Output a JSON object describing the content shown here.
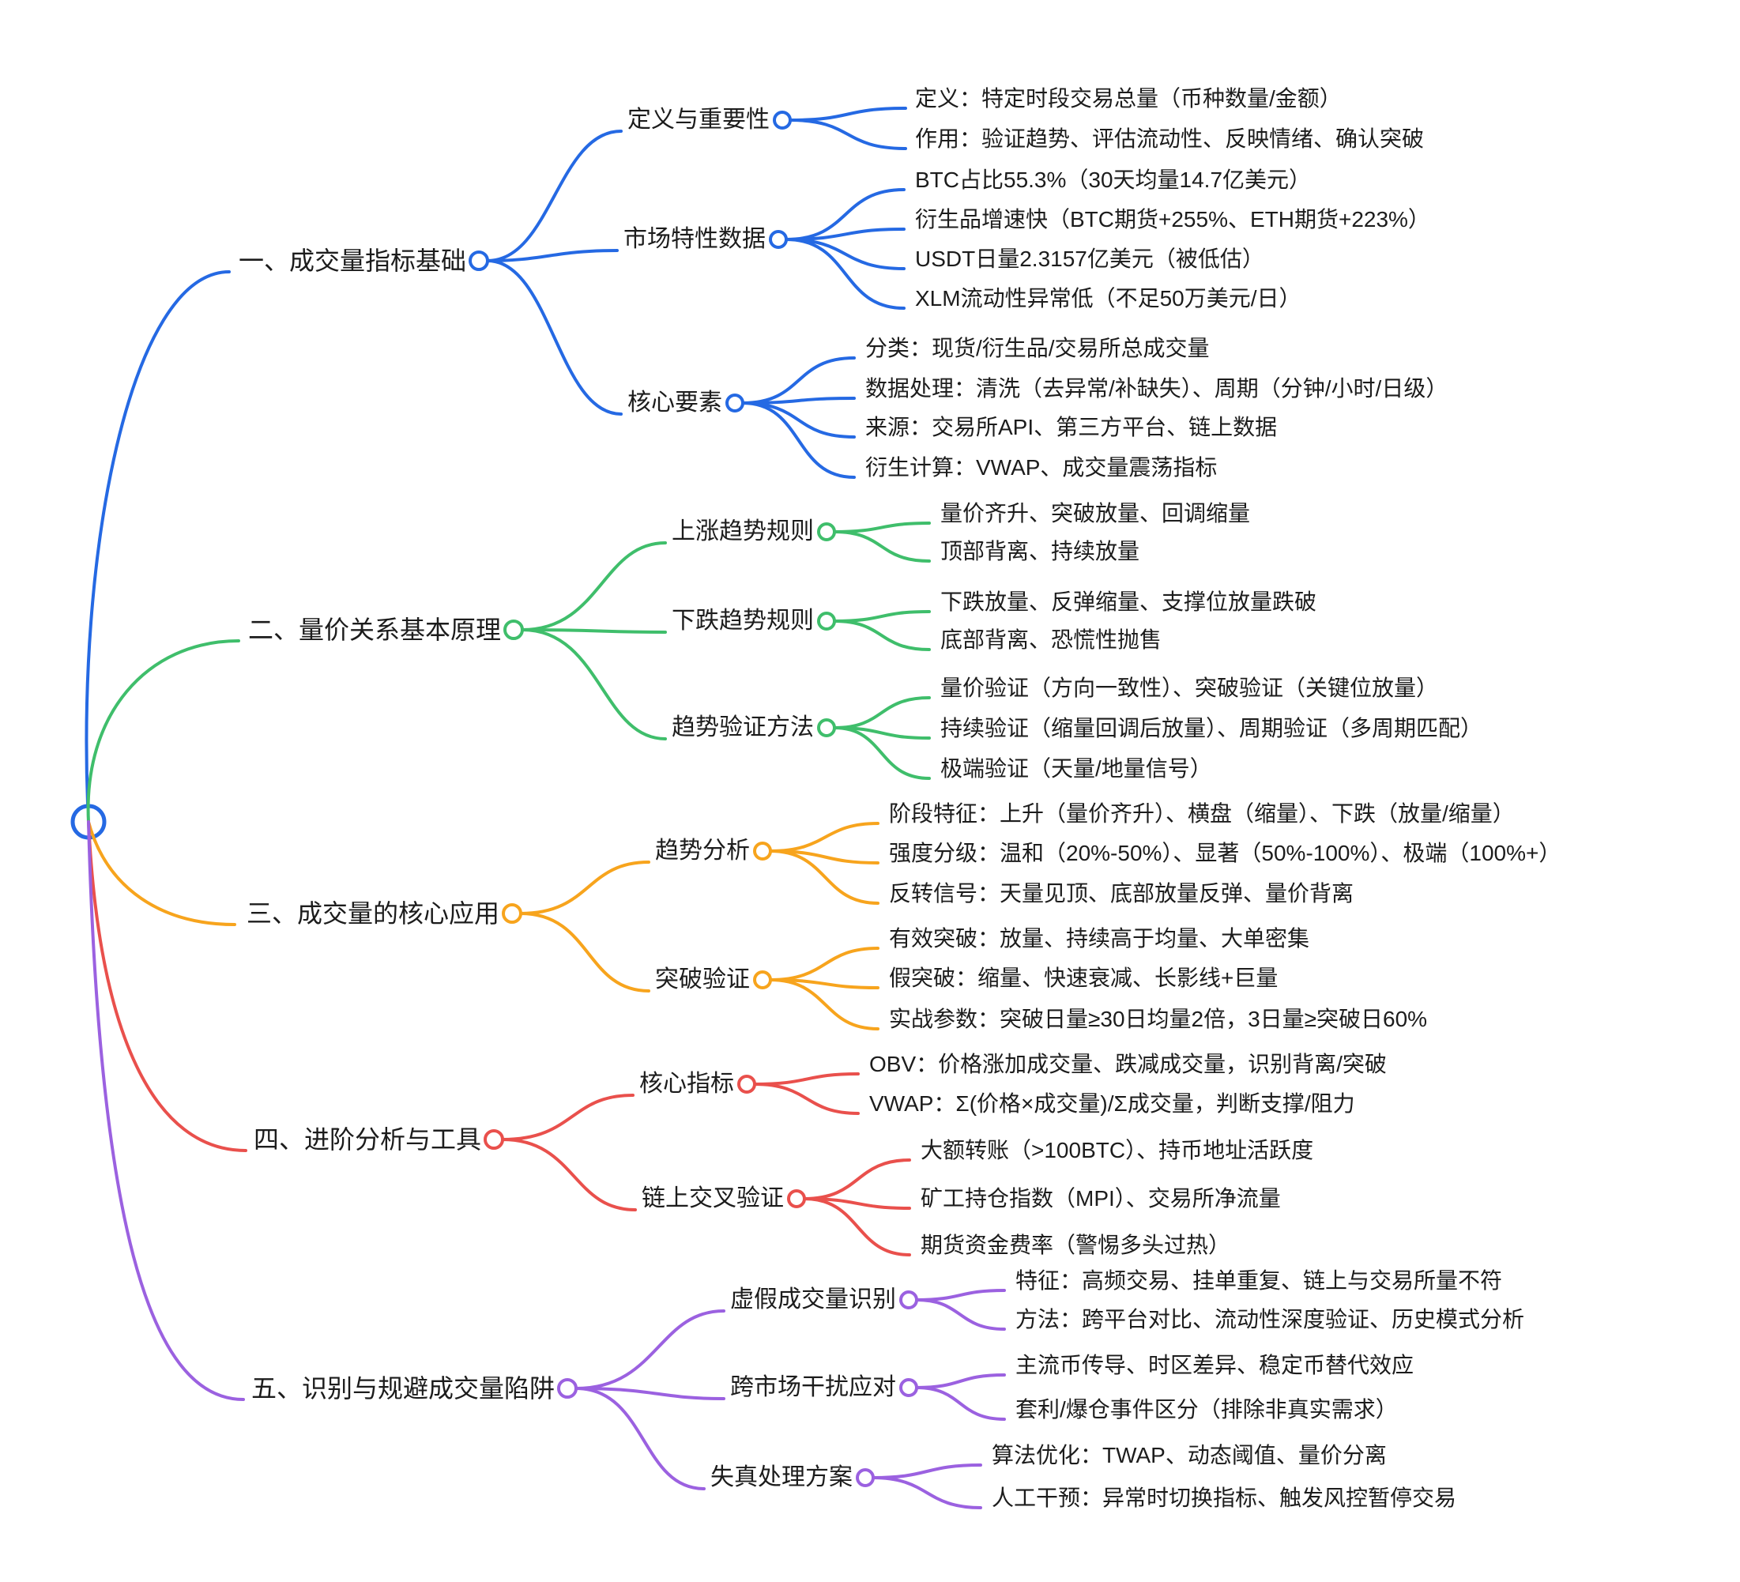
{
  "canvas": {
    "background": "#ffffff",
    "text_color": "#1c1c1c"
  },
  "root": {
    "color": "#2569E3"
  },
  "branches": [
    {
      "label": "一、成交量指标基础",
      "color": "#2569E3",
      "children": [
        {
          "label": "定义与重要性",
          "leaves": [
            "定义：特定时段交易总量（币种数量/金额）",
            "作用：验证趋势、评估流动性、反映情绪、确认突破"
          ]
        },
        {
          "label": "市场特性数据",
          "leaves": [
            "BTC占比55.3%（30天均量14.7亿美元）",
            "衍生品增速快（BTC期货+255%、ETH期货+223%）",
            "USDT日量2.3157亿美元（被低估）",
            "XLM流动性异常低（不足50万美元/日）"
          ]
        },
        {
          "label": "核心要素",
          "leaves": [
            "分类：现货/衍生品/交易所总成交量",
            "数据处理：清洗（去异常/补缺失）、周期（分钟/小时/日级）",
            "来源：交易所API、第三方平台、链上数据",
            "衍生计算：VWAP、成交量震荡指标"
          ]
        }
      ]
    },
    {
      "label": "二、量价关系基本原理",
      "color": "#3FBE6B",
      "children": [
        {
          "label": "上涨趋势规则",
          "leaves": [
            "量价齐升、突破放量、回调缩量",
            "顶部背离、持续放量"
          ]
        },
        {
          "label": "下跌趋势规则",
          "leaves": [
            "下跌放量、反弹缩量、支撑位放量跌破",
            "底部背离、恐慌性抛售"
          ]
        },
        {
          "label": "趋势验证方法",
          "leaves": [
            "量价验证（方向一致性）、突破验证（关键位放量）",
            "持续验证（缩量回调后放量）、周期验证（多周期匹配）",
            "极端验证（天量/地量信号）"
          ]
        }
      ]
    },
    {
      "label": "三、成交量的核心应用",
      "color": "#F7A41D",
      "children": [
        {
          "label": "趋势分析",
          "leaves": [
            "阶段特征：上升（量价齐升）、横盘（缩量）、下跌（放量/缩量）",
            "强度分级：温和（20%-50%）、显著（50%-100%）、极端（100%+）",
            "反转信号：天量见顶、底部放量反弹、量价背离"
          ]
        },
        {
          "label": "突破验证",
          "leaves": [
            "有效突破：放量、持续高于均量、大单密集",
            "假突破：缩量、快速衰减、长影线+巨量",
            "实战参数：突破日量≥30日均量2倍，3日量≥突破日60%"
          ]
        }
      ]
    },
    {
      "label": "四、进阶分析与工具",
      "color": "#E9504C",
      "children": [
        {
          "label": "核心指标",
          "leaves": [
            "OBV：价格涨加成交量、跌减成交量，识别背离/突破",
            "VWAP：Σ(价格×成交量)/Σ成交量，判断支撑/阻力"
          ]
        },
        {
          "label": "链上交叉验证",
          "leaves": [
            "大额转账（>100BTC）、持币地址活跃度",
            "矿工持仓指数（MPI）、交易所净流量",
            "期货资金费率（警惕多头过热）"
          ]
        }
      ]
    },
    {
      "label": "五、识别与规避成交量陷阱",
      "color": "#9B61E0",
      "children": [
        {
          "label": "虚假成交量识别",
          "leaves": [
            "特征：高频交易、挂单重复、链上与交易所量不符",
            "方法：跨平台对比、流动性深度验证、历史模式分析"
          ]
        },
        {
          "label": "跨市场干扰应对",
          "leaves": [
            "主流币传导、时区差异、稳定币替代效应",
            "套利/爆仓事件区分（排除非真实需求）"
          ]
        },
        {
          "label": "失真处理方案",
          "leaves": [
            "算法优化：TWAP、动态阈值、量价分离",
            "人工干预：异常时切换指标、触发风控暂停交易"
          ]
        }
      ]
    }
  ]
}
